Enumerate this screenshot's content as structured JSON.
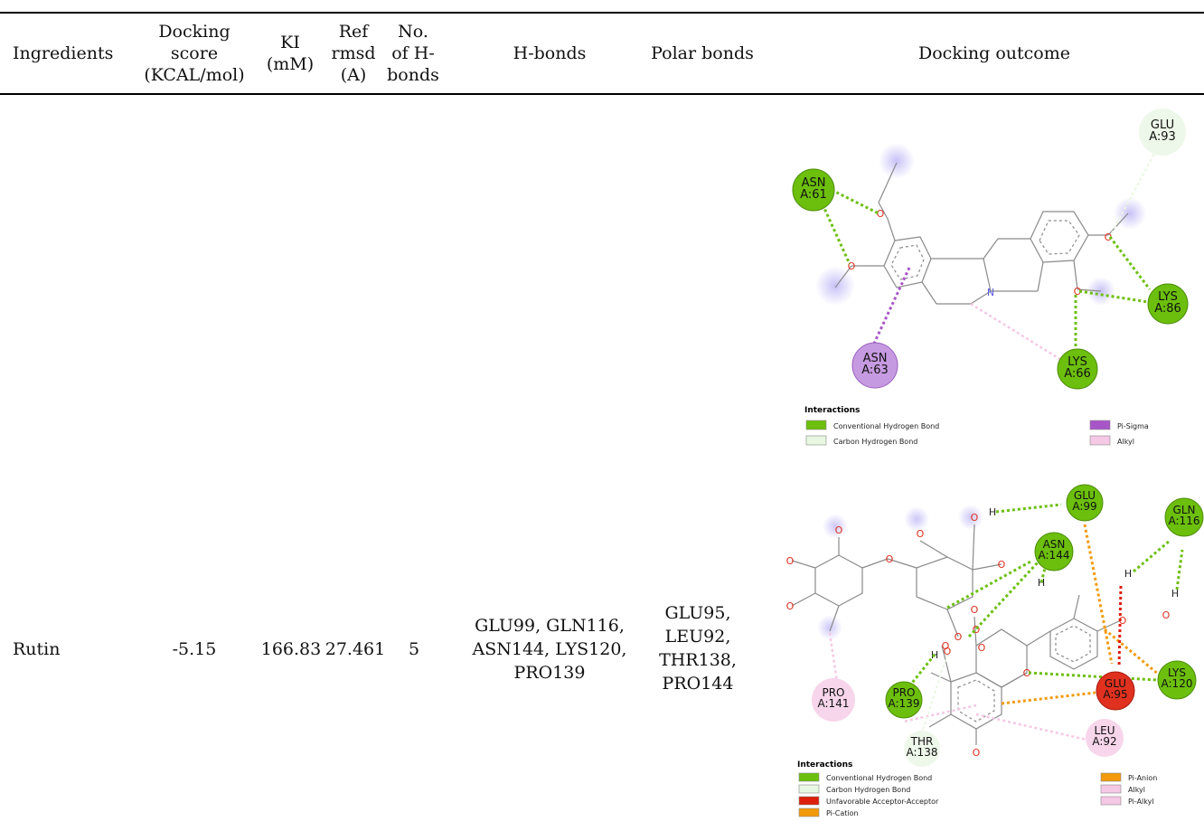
{
  "table": {
    "headers": [
      {
        "key": "ingredients",
        "label": "Ingredients"
      },
      {
        "key": "docking_score",
        "label": "Docking\nscore\n(KCAL/mol)"
      },
      {
        "key": "ki",
        "label": "KI\n(mM)"
      },
      {
        "key": "ref_rmsd",
        "label": "Ref\nrmsd\n(A)"
      },
      {
        "key": "no_hbonds",
        "label": "No.\nof H-\nbonds"
      },
      {
        "key": "hbonds",
        "label": "H-bonds"
      },
      {
        "key": "polar_bonds",
        "label": "Polar bonds"
      },
      {
        "key": "outcome",
        "label": "Docking outcome"
      }
    ],
    "rows": [
      {
        "ingredients": "Rutin",
        "docking_score": "-5.15",
        "ki": "166.83",
        "ref_rmsd": "27.461",
        "no_hbonds": "5",
        "hbonds": "GLU99, GLN116,\nASN144, LYS120,\nPRO139",
        "polar_bonds": "GLU95,\nLEU92,\nTHR138,\nPRO144"
      }
    ]
  },
  "diagram1": {
    "residues": {
      "glu93": [
        "GLU",
        "A:93"
      ],
      "asn61": [
        "ASN",
        "A:61"
      ],
      "lys86": [
        "LYS",
        "A:86"
      ],
      "asn63": [
        "ASN",
        "A:63"
      ],
      "lys66": [
        "LYS",
        "A:66"
      ]
    },
    "legend_title": "Interactions",
    "legend": [
      {
        "label": "Conventional Hydrogen Bond",
        "color": "#6cbf0d"
      },
      {
        "label": "Carbon Hydrogen Bond",
        "color": "#e8f7e1"
      },
      {
        "label": "Pi-Sigma",
        "color": "#a855c8"
      },
      {
        "label": "Alkyl",
        "color": "#f5c8e4"
      }
    ]
  },
  "diagram2": {
    "residues": {
      "glu99": [
        "GLU",
        "A:99"
      ],
      "gln116": [
        "GLN",
        "A:116"
      ],
      "asn144": [
        "ASN",
        "A:144"
      ],
      "lys120": [
        "LYS",
        "A:120"
      ],
      "glu95": [
        "GLU",
        "A:95"
      ],
      "pro141": [
        "PRO",
        "A:141"
      ],
      "pro139": [
        "PRO",
        "A:139"
      ],
      "leu92": [
        "LEU",
        "A:92"
      ],
      "thr138": [
        "THR",
        "A:138"
      ]
    },
    "legend_title": "Interactions",
    "legend": [
      {
        "label": "Conventional Hydrogen Bond",
        "color": "#6cbf0d"
      },
      {
        "label": "Carbon Hydrogen Bond",
        "color": "#e8f7e1"
      },
      {
        "label": "Unfavorable Acceptor-Acceptor",
        "color": "#dd1e0b"
      },
      {
        "label": "Pi-Cation",
        "color": "#f29a0c"
      },
      {
        "label": "Pi-Anion",
        "color": "#f29a0c"
      },
      {
        "label": "Alkyl",
        "color": "#f5c8e4"
      },
      {
        "label": "Pi-Alkyl",
        "color": "#f5c8e4"
      }
    ],
    "atom_labels": {
      "h": "H"
    }
  }
}
